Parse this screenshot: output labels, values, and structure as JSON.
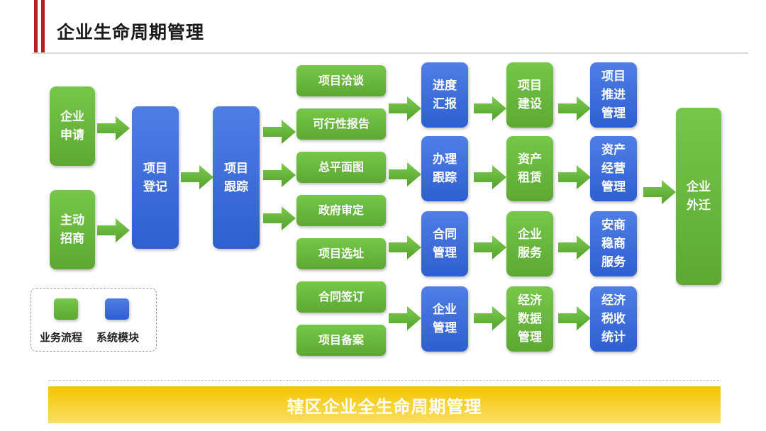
{
  "title": "企业生命周期管理",
  "banner": "辖区企业全生命周期管理",
  "colors": {
    "business": "#6ab73e",
    "system": "#3a6ad8",
    "banner": "#f5c400",
    "accent": "#b41e23"
  },
  "legend": {
    "business": "业务流程",
    "system": "系统模块"
  },
  "nodes": {
    "apply": "企业\n申请",
    "invite": "主动\n招商",
    "register": "项目\n登记",
    "track": "项目\n跟踪",
    "steps": [
      "项目洽谈",
      "可行性报告",
      "总平面图",
      "政府审定",
      "项目选址",
      "合同签订",
      "项目备案"
    ],
    "progress": "进度\n汇报",
    "handle": "办理\n跟踪",
    "contract": "合同\n管理",
    "enterprise_mgmt": "企业\n管理",
    "build": "项目\n建设",
    "lease": "资产\n租赁",
    "service": "企业\n服务",
    "econ_data": "经济\n数据\n管理",
    "advance": "项目\n推进\n管理",
    "asset_ops": "资产\n经营\n管理",
    "retain": "安商\n稳商\n服务",
    "tax": "经济\n税收\n统计",
    "relocate": "企业\n外迁"
  }
}
